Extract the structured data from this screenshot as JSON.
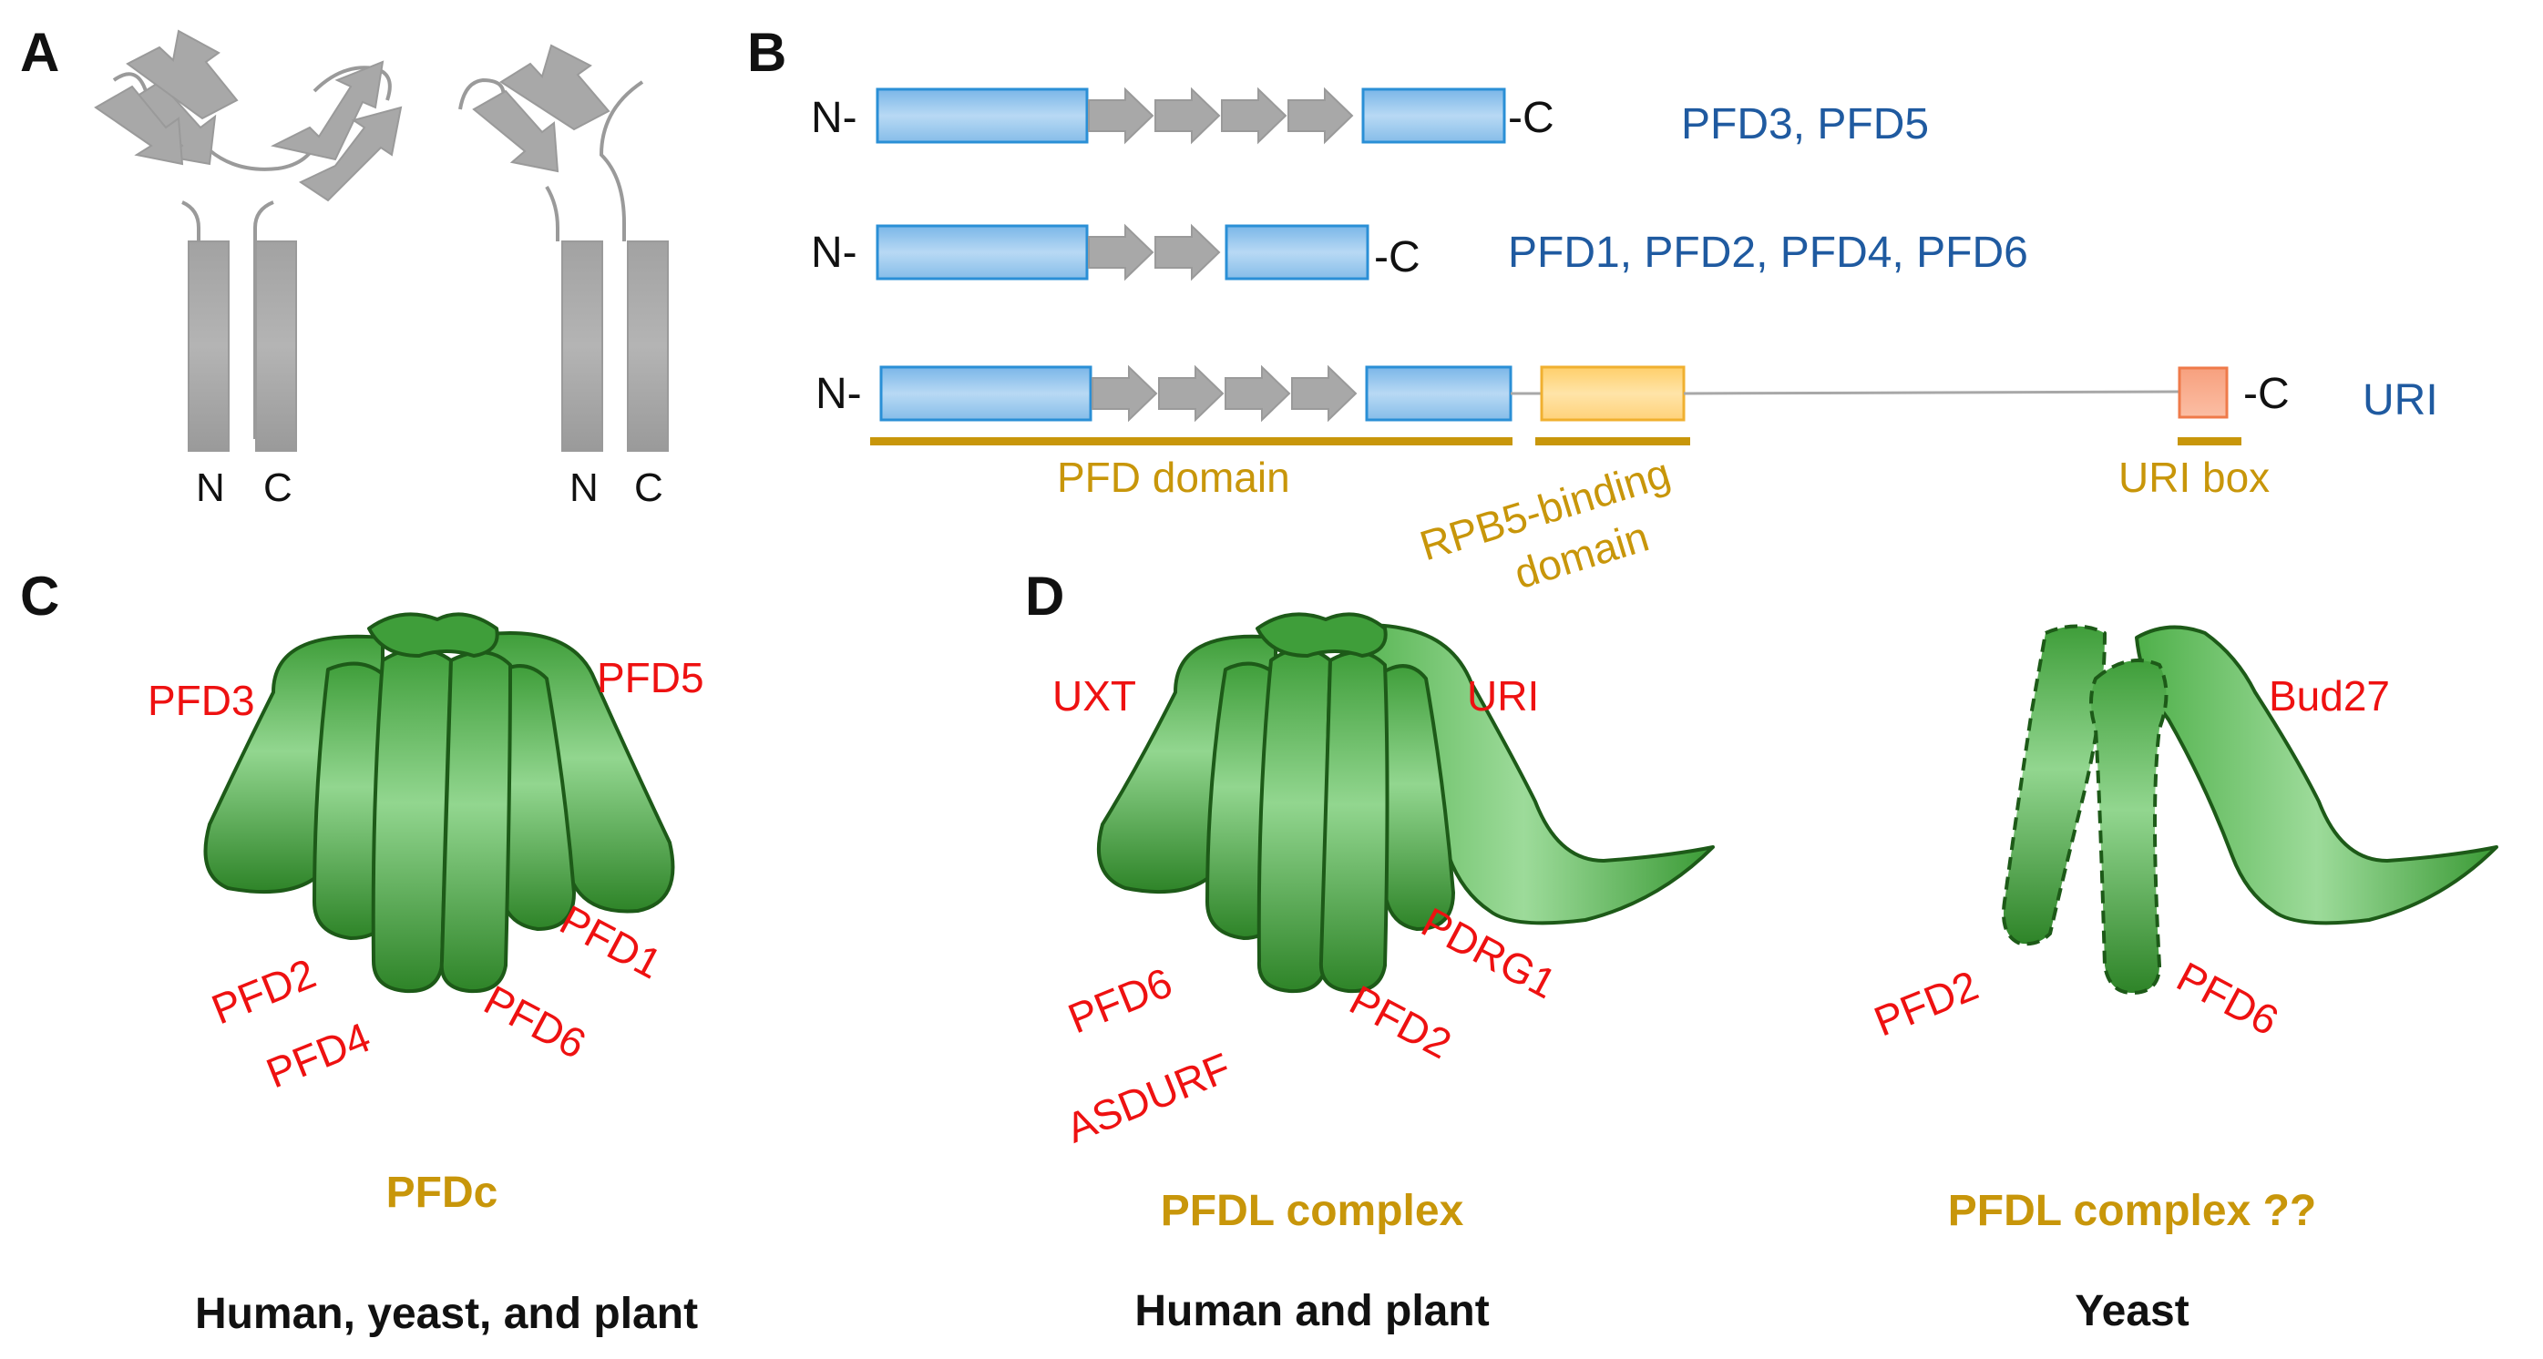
{
  "colors": {
    "gray_fill": "#a8a8a8",
    "gray_stroke": "#9a9a9a",
    "blue_box": "#9ec8ee",
    "blue_box_stroke": "#2a8fd6",
    "yellow_box": "#ffd27a",
    "yellow_box_stroke": "#f0b030",
    "orange_box": "#f9a888",
    "orange_box_stroke": "#ef7a4a",
    "gold": "#c8960a",
    "blue_text": "#1f5aa0",
    "red_text": "#ee1111",
    "green_light": "#8fd38c",
    "green_mid": "#4fb04a",
    "green_dark": "#2a7a25",
    "green_stroke": "#1d5a18"
  },
  "panel_a": {
    "letter": "A",
    "left_bars": [
      "N",
      "C"
    ],
    "right_bars": [
      "N",
      "C"
    ]
  },
  "panel_b": {
    "letter": "B",
    "rows": [
      {
        "n_term": "N-",
        "c_term": "-C",
        "label": "PFD3, PFD5",
        "arrows": 4
      },
      {
        "n_term": "N-",
        "c_term": "-C",
        "label": "PFD1, PFD2, PFD4, PFD6",
        "arrows": 2
      },
      {
        "n_term": "N-",
        "c_term": "-C",
        "label": "URI",
        "arrows": 4
      }
    ],
    "domains": {
      "pfd": "PFD domain",
      "rpb5_line1": "RPB5-binding",
      "rpb5_line2": "domain",
      "uri_box": "URI box"
    }
  },
  "panel_c": {
    "letter": "C",
    "subunits": {
      "top_left": "PFD3",
      "top_right": "PFD5",
      "b1": "PFD2",
      "b2": "PFD4",
      "b3": "PFD6",
      "b4": "PFD1"
    },
    "caption": "PFDc",
    "organisms": "Human, yeast, and plant"
  },
  "panel_d": {
    "letter": "D",
    "human": {
      "subunits": {
        "top_left": "UXT",
        "top_right": "URI",
        "b1": "PFD6",
        "b2": "ASDURF",
        "b3": "PFD2",
        "b4": "PDRG1"
      },
      "caption": "PFDL complex",
      "organisms": "Human and plant"
    },
    "yeast": {
      "subunits": {
        "top_right": "Bud27",
        "b1": "PFD2",
        "b2": "PFD6"
      },
      "caption": "PFDL complex ??",
      "organisms": "Yeast"
    }
  }
}
